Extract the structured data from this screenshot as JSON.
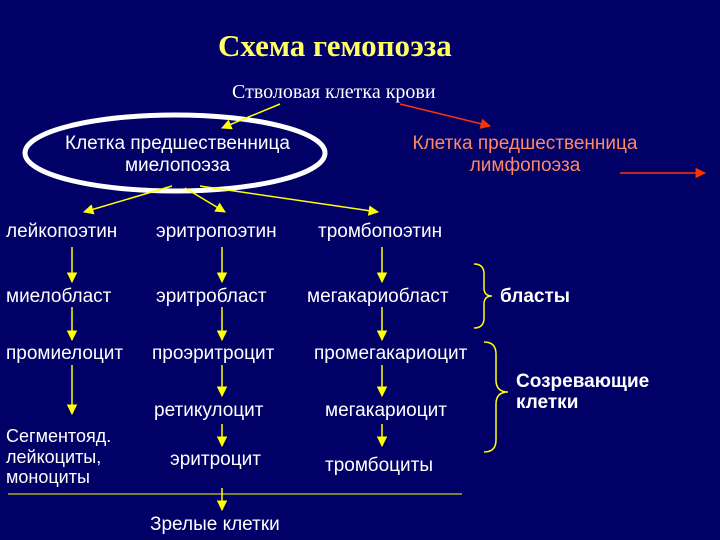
{
  "title": "Схема гемопоэза",
  "stem_cell": "Стволовая клетка крови",
  "myelo_precursor": [
    "Клетка предшественница",
    "миелопоэза"
  ],
  "lympho_precursor": [
    "Клетка предшественница",
    "лимфопоэза"
  ],
  "factors": {
    "leuko": "лейкопоэтин",
    "erythro": "эритропоэтин",
    "thrombo": "тромбопоэтин"
  },
  "blasts": {
    "myelo": "миелобласт",
    "erythro": "эритробласт",
    "megakaryo": "мегакариобласт"
  },
  "label_blasts": "бласты",
  "pro": {
    "myelo": "промиелоцит",
    "erythro": "проэритроцит",
    "megakaryo": "промегакариоцит"
  },
  "label_maturing": [
    "Созревающие",
    "клетки"
  ],
  "mid": {
    "reticulocyte": "ретикулоцит",
    "megakaryocyte": "мегакариоцит"
  },
  "final": {
    "segmented": [
      "Сегментояд.",
      "лейкоциты,",
      "моноциты"
    ],
    "erythrocyte": "эритроцит",
    "thrombocytes": "тромбоциты"
  },
  "label_mature": "Зрелые клетки",
  "colors": {
    "background": "#000066",
    "title": "#ffff66",
    "arrows": "#ffff00",
    "lympho_text": "#ff8866",
    "lympho_arrow": "#ff3300",
    "ellipse": "#ffffff"
  }
}
